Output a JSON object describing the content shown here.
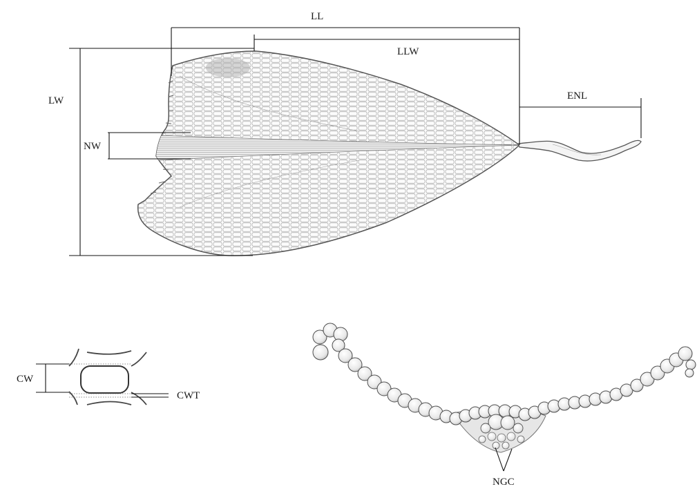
{
  "labels": {
    "ll": "LL",
    "llw": "LLW",
    "lw": "LW",
    "nw": "NW",
    "enl": "ENL",
    "cw": "CW",
    "cwt": "CWT",
    "ngc": "NGC"
  },
  "colors": {
    "line": "#111111",
    "drawing": "#555555",
    "cell_fill": "#f2f2f2"
  }
}
